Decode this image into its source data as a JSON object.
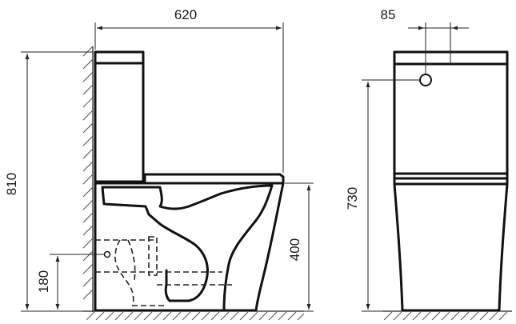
{
  "dimensions": {
    "overall_width": "620",
    "overall_height": "810",
    "seat_height": "400",
    "outlet_height": "180",
    "inlet_offset": "85",
    "front_view_height": "730"
  }
}
